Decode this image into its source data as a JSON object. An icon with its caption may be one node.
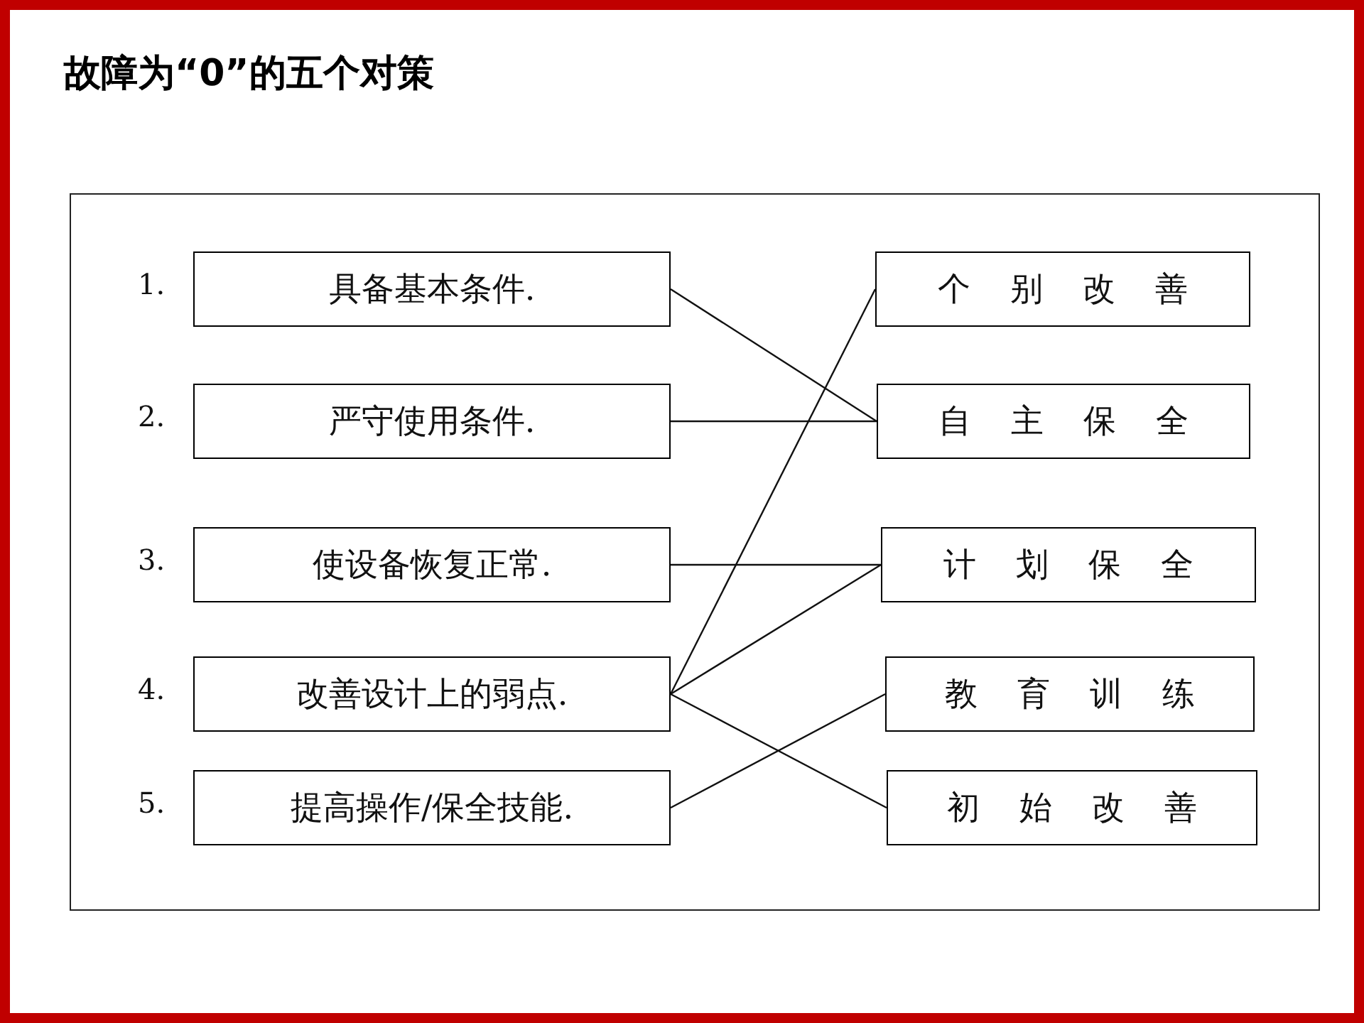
{
  "diagram": {
    "title": "故障为“0”的五个对策",
    "nodes": [
      {
        "text": [],
        "shape": "box"
      },
      {
        "text": [
          "具备基本条件."
        ],
        "beside": [
          "1."
        ],
        "in": 0
      },
      {
        "text": [
          "严守使用条件."
        ],
        "beside": [
          "2."
        ],
        "in": 0
      },
      {
        "text": [
          "使设备恢复正常."
        ],
        "beside": [
          "3."
        ],
        "in": 0
      },
      {
        "text": [
          "改善设计上的弱点."
        ],
        "beside": [
          "4."
        ],
        "in": 0
      },
      {
        "text": [
          "提高操作/保全技能."
        ],
        "beside": [
          "5."
        ],
        "in": 0
      },
      {
        "text": [
          "个别改善"
        ],
        "in": 0
      },
      {
        "text": [
          "自主保全"
        ],
        "in": 0
      },
      {
        "text": [
          "计划保全"
        ],
        "in": 0
      },
      {
        "text": [
          "教育训练"
        ],
        "in": 0
      },
      {
        "text": [
          "初始改善"
        ],
        "in": 0
      }
    ],
    "edges": [
      {
        "from": 1,
        "to": 7,
        "arrow": "none"
      },
      {
        "from": 2,
        "to": 7,
        "arrow": "none"
      },
      {
        "from": 3,
        "to": 8,
        "arrow": "none"
      },
      {
        "from": 4,
        "to": 6,
        "arrow": "none"
      },
      {
        "from": 4,
        "to": 8,
        "arrow": "none"
      },
      {
        "from": 4,
        "to": 10,
        "arrow": "none"
      },
      {
        "from": 5,
        "to": 9,
        "arrow": "none"
      }
    ]
  }
}
